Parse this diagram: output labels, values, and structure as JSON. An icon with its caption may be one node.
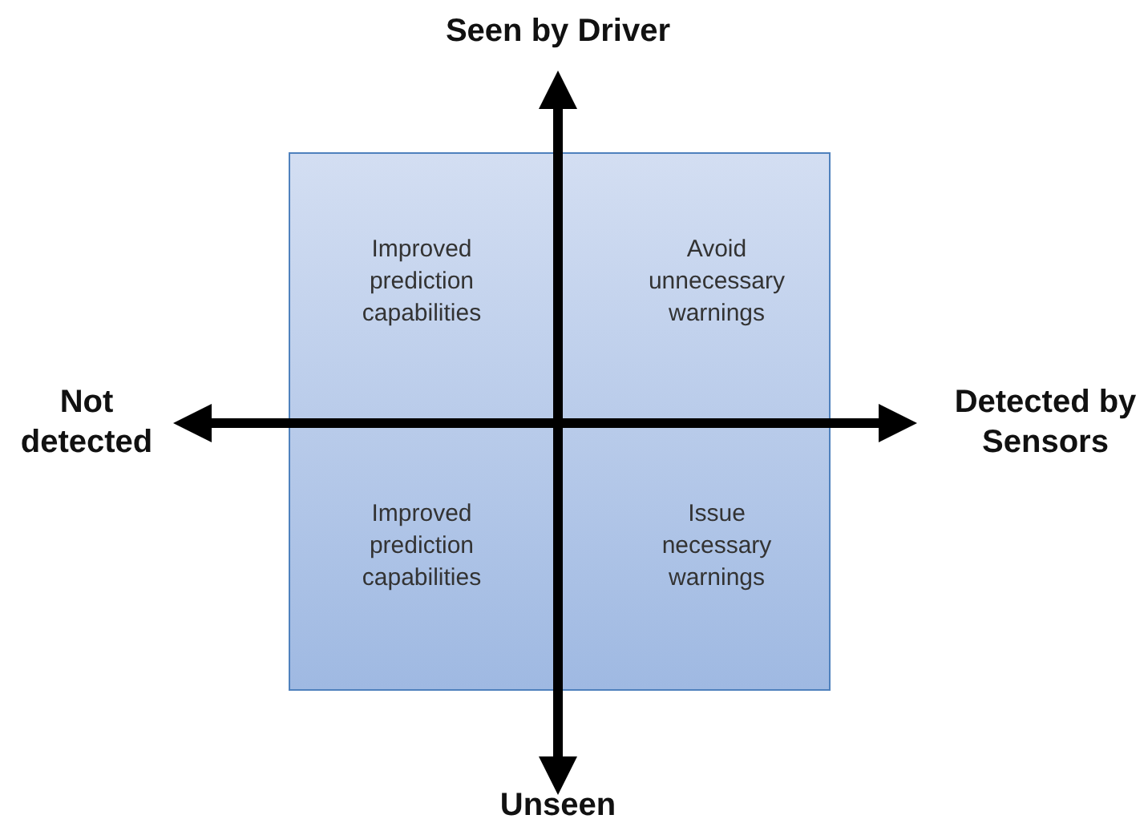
{
  "diagram": {
    "nodes": [
      {
        "text": [
          "Improved prediction capabilities",
          "Avoid unnecessary warnings",
          "Improved prediction capabilities",
          "Issue necessary warnings"
        ]
      }
    ],
    "edges": [],
    "labels": [
      "Seen by Driver",
      "Not detected",
      "Detected by Sensors",
      "Unseen"
    ]
  }
}
